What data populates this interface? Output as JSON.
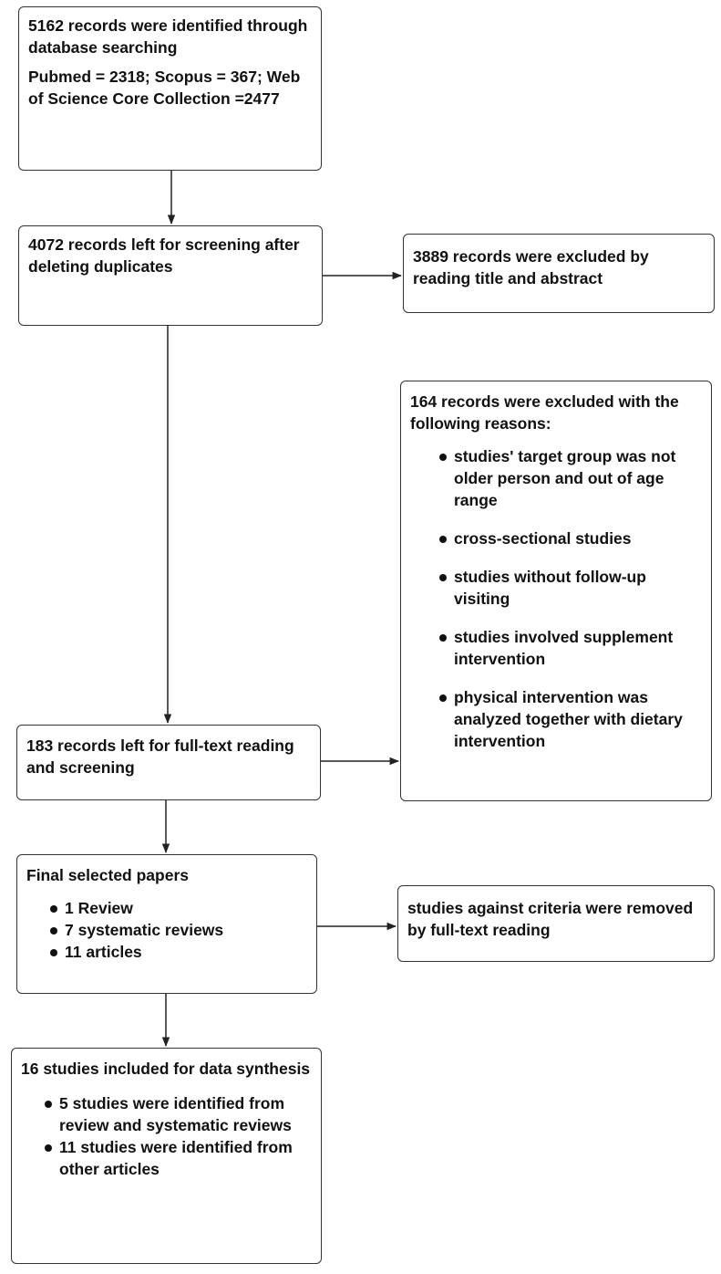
{
  "boxes": {
    "identified": {
      "line1": "5162 records were identified through database searching",
      "line2": "Pubmed = 2318; Scopus = 367; Web of Science Core Collection =2477"
    },
    "screening": {
      "text": "4072 records left for screening after deleting duplicates"
    },
    "excluded_title": {
      "text": "3889 records were excluded by reading title and abstract"
    },
    "excluded_reasons": {
      "heading": "164 records were excluded with the following reasons:",
      "items": [
        "studies' target group was not older person and out of age range",
        "cross-sectional studies",
        "studies without follow-up visiting",
        "studies involved supplement intervention",
        "physical intervention was analyzed together with dietary intervention"
      ]
    },
    "fulltext": {
      "text": "183 records left for full-text reading and screening"
    },
    "final": {
      "heading": "Final selected papers",
      "items": [
        "1 Review",
        "7 systematic reviews",
        "11 articles"
      ]
    },
    "removed": {
      "text": "studies against criteria were removed by full-text reading"
    },
    "synthesis": {
      "heading": "16 studies included for data synthesis",
      "items": [
        "5 studies were identified from review and systematic reviews",
        "11 studies were identified from other articles"
      ]
    }
  }
}
